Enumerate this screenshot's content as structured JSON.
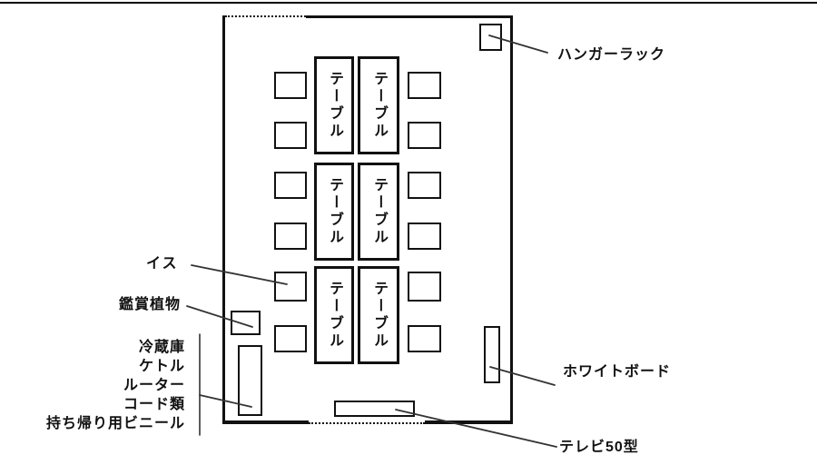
{
  "room": {
    "table_label": "テーブル"
  },
  "labels": {
    "hanger_rack": "ハンガーラック",
    "chair": "イス",
    "plant": "鑑賞植物",
    "equipment_list": [
      "冷蔵庫",
      "ケトル",
      "ルーター",
      "コード類",
      "持ち帰り用ビニール"
    ],
    "whiteboard": "ホワイトボード",
    "tv": "テレビ50型"
  },
  "colors": {
    "wall": "#111111",
    "leader_line": "#333333",
    "background": "#ffffff"
  }
}
